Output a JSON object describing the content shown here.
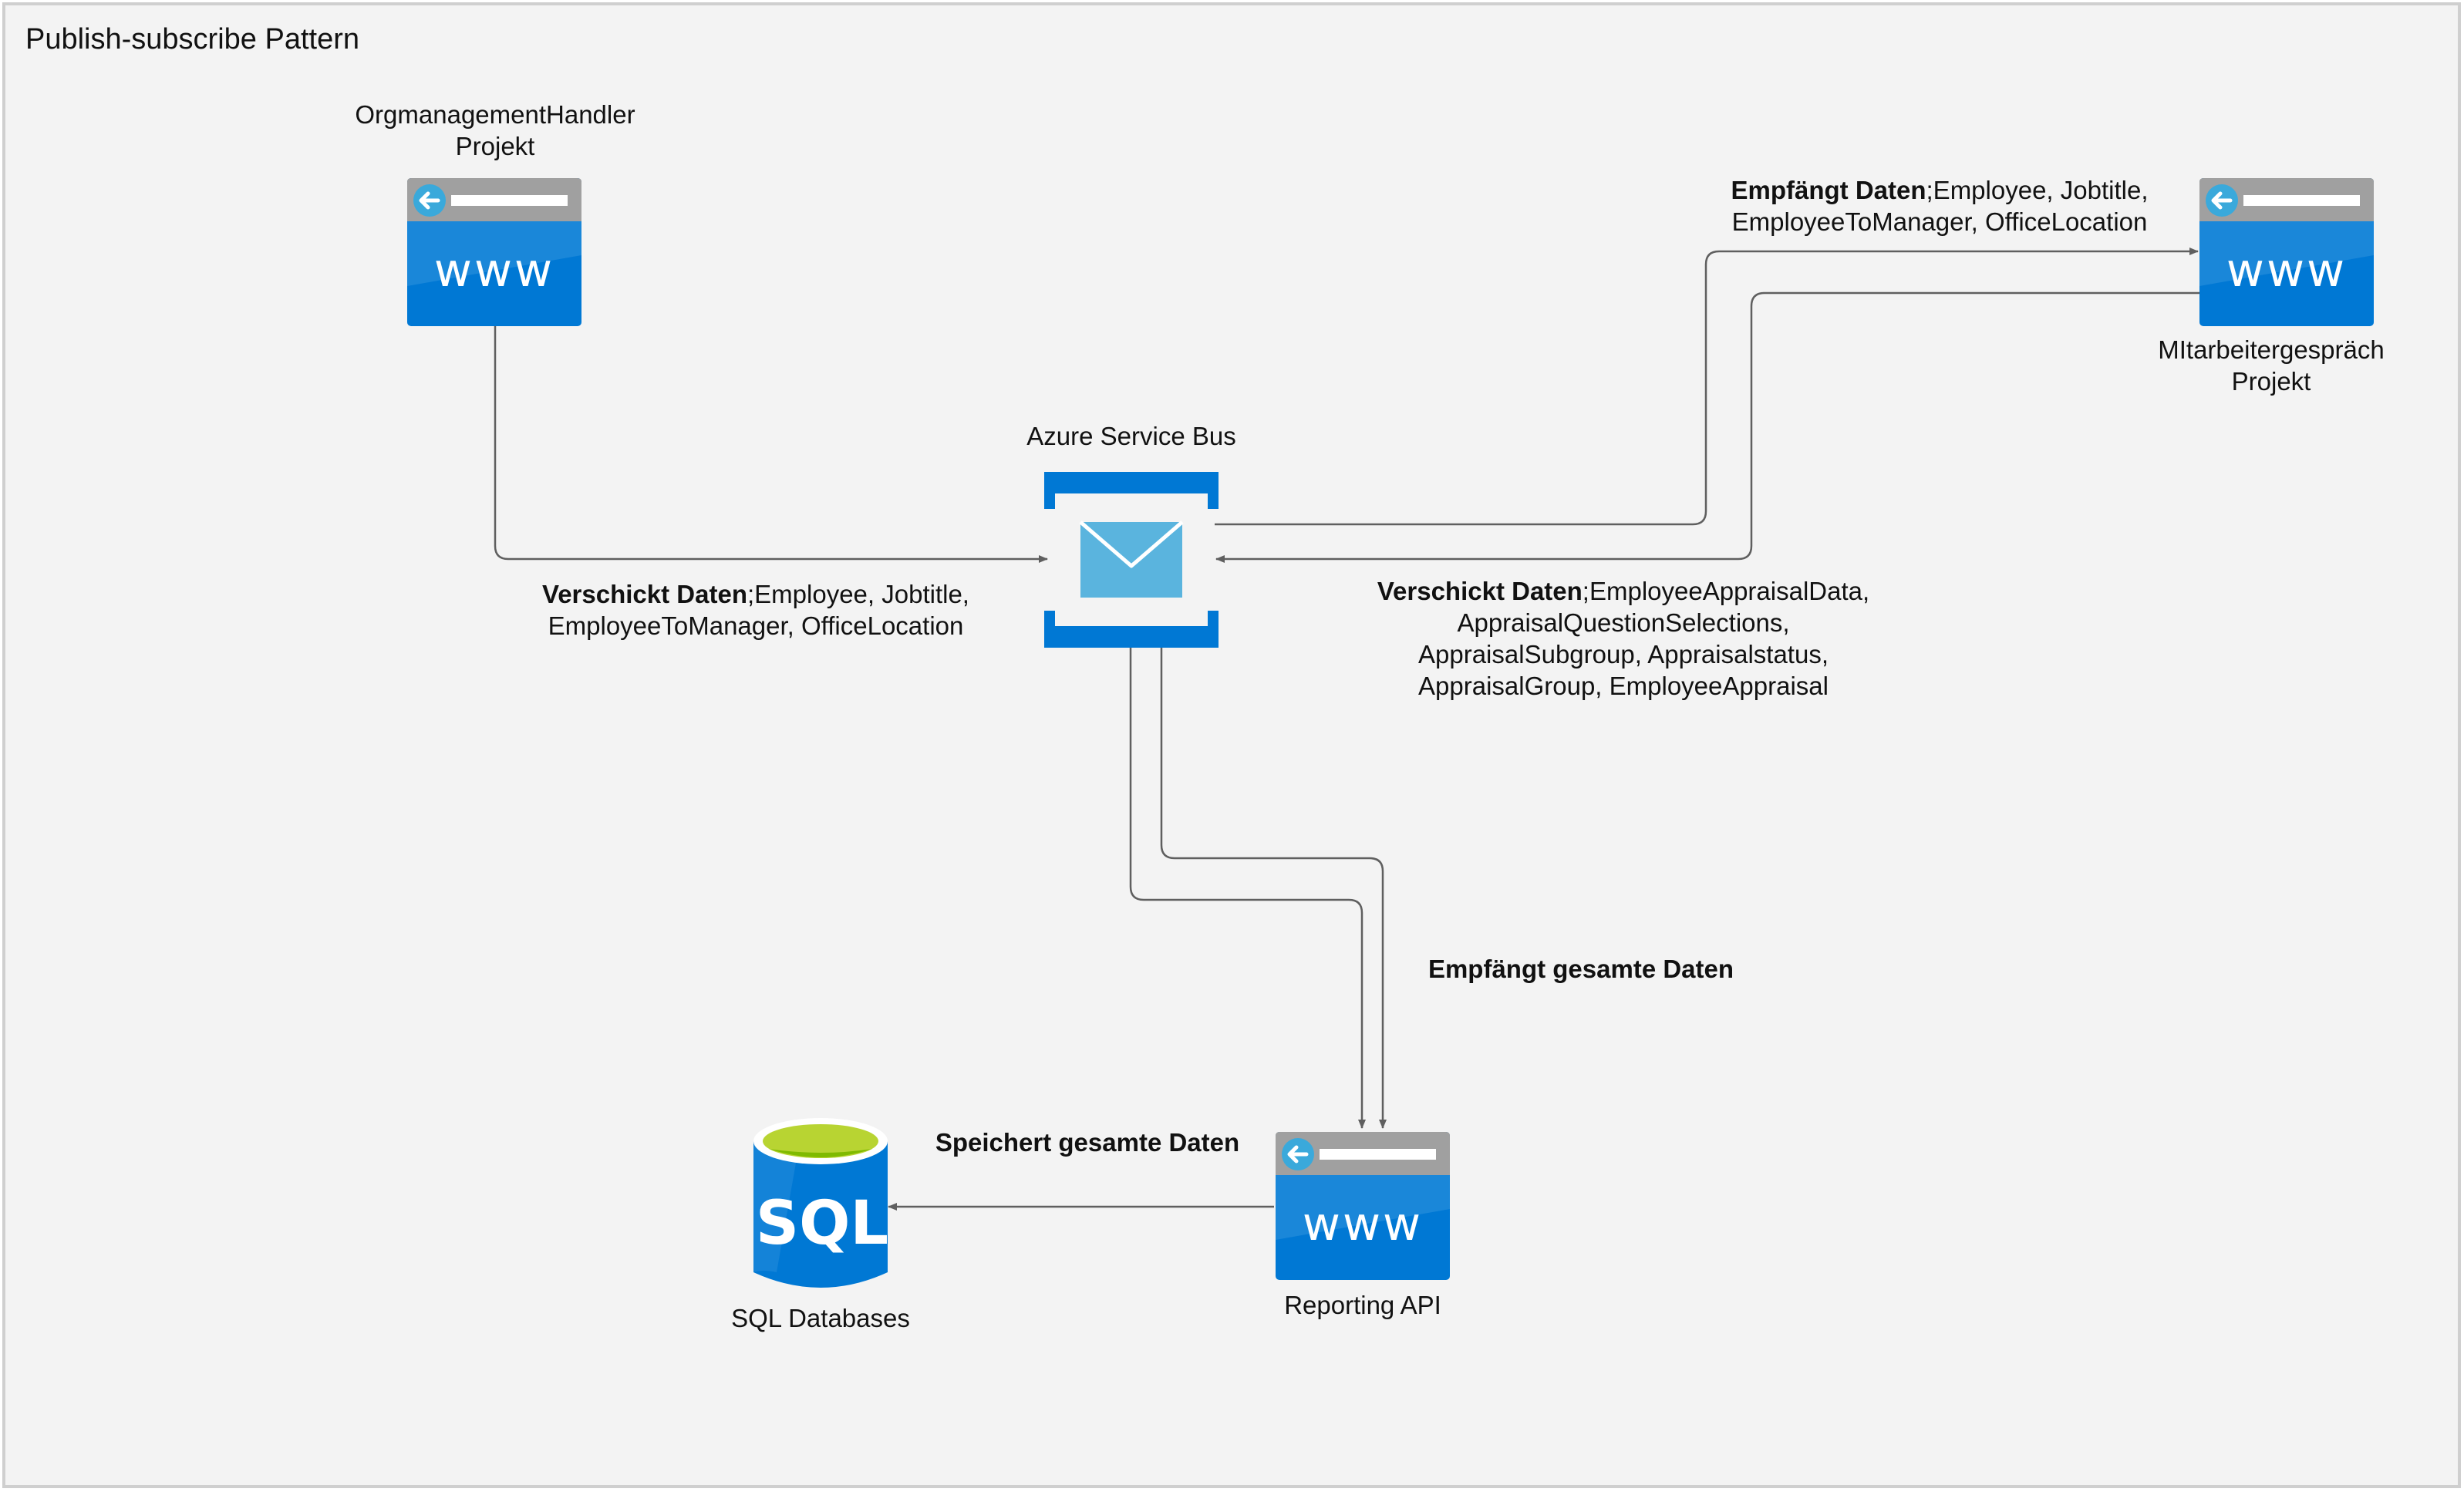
{
  "title": "Publish-subscribe Pattern",
  "nodes": {
    "org_handler": {
      "name": "OrgmanagementHandler",
      "sub": "Projekt",
      "icon": "web-app-icon",
      "glyph": "www"
    },
    "service_bus": {
      "name": "Azure Service Bus",
      "icon": "service-bus-envelope-icon"
    },
    "mitarbeiter": {
      "name": "MItarbeitergespräch",
      "sub": "Projekt",
      "icon": "web-app-icon",
      "glyph": "www"
    },
    "reporting": {
      "name": "Reporting API",
      "icon": "web-app-icon",
      "glyph": "www"
    },
    "sql": {
      "name": "SQL Databases",
      "icon": "sql-database-icon",
      "glyph": "SQL"
    }
  },
  "edges": {
    "org_to_bus": {
      "bold": "Verschickt Daten",
      "rest1": ";Employee, Jobtitle,",
      "line2": "EmployeeToManager, OfficeLocation"
    },
    "bus_to_mitarbeiter": {
      "bold": "Empfängt Daten",
      "rest1": ";Employee, Jobtitle,",
      "line2": "EmployeeToManager, OfficeLocation"
    },
    "mitarbeiter_to_bus": {
      "bold": "Verschickt Daten",
      "rest1": ";EmployeeAppraisalData,",
      "line2": "AppraisalQuestionSelections,",
      "line3": "AppraisalSubgroup, Appraisalstatus,",
      "line4": "AppraisalGroup, EmployeeAppraisal"
    },
    "bus_to_reporting": {
      "bold": "Empfängt gesamte Daten"
    },
    "reporting_to_sql": {
      "bold": "Speichert gesamte Daten"
    }
  },
  "colors": {
    "azure_blue": "#0078d4",
    "azure_light_blue": "#3999e0",
    "header_gray": "#a0a0a0",
    "arrow_cyan": "#3aa9db",
    "envelope": "#5ab4de",
    "sql_green_top": "#b8d432",
    "sql_green_inner": "#7fba00",
    "line": "#5f5f5f",
    "background": "#f3f3f3"
  }
}
